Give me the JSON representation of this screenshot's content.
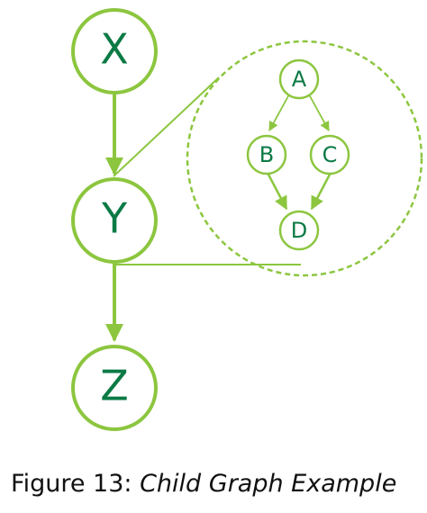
{
  "diagram": {
    "nodes": {
      "x": "X",
      "y": "Y",
      "z": "Z",
      "a": "A",
      "b": "B",
      "c": "C",
      "d": "D"
    },
    "colors": {
      "stroke": "#8cc63f",
      "text": "#0b7a45"
    }
  },
  "caption": {
    "prefix": "Figure 13:",
    "title": "Child Graph Example"
  }
}
